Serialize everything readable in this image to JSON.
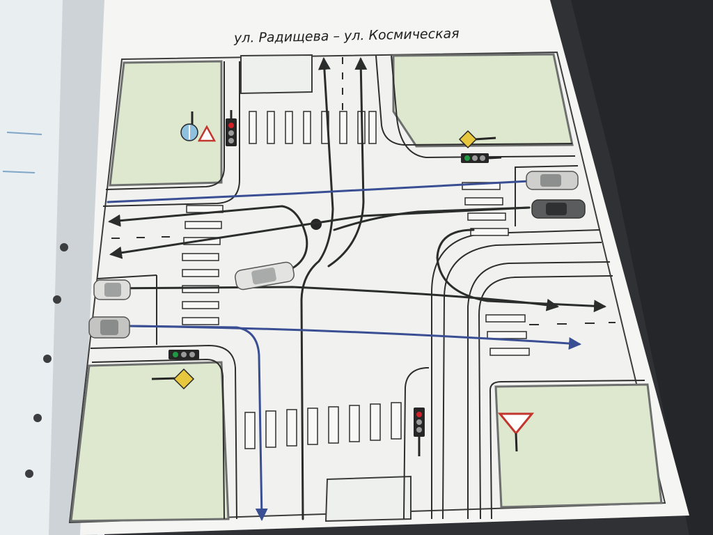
{
  "title": "ул. Радищева – ул. Космическая",
  "colors": {
    "lawn": "#dde8cf",
    "road": "#f1f2f0",
    "curb": "#7c7f7c",
    "arrow_dark": "#2a2d2c",
    "arrow_blue": "#3a4f93",
    "signal_red": "#d02028",
    "signal_green": "#1f9a43",
    "priority_sign": "#e7c73d",
    "yield_border": "#c2362e",
    "binder": "#e9eef1"
  },
  "icons": [
    "traffic-light-icon",
    "priority-road-sign-icon",
    "yield-sign-icon",
    "mandatory-direction-sign-icon",
    "car-icon",
    "arrow-icon"
  ],
  "traffic_lights_total": 4,
  "cars_total": 5,
  "movement_arrows_total": 9
}
